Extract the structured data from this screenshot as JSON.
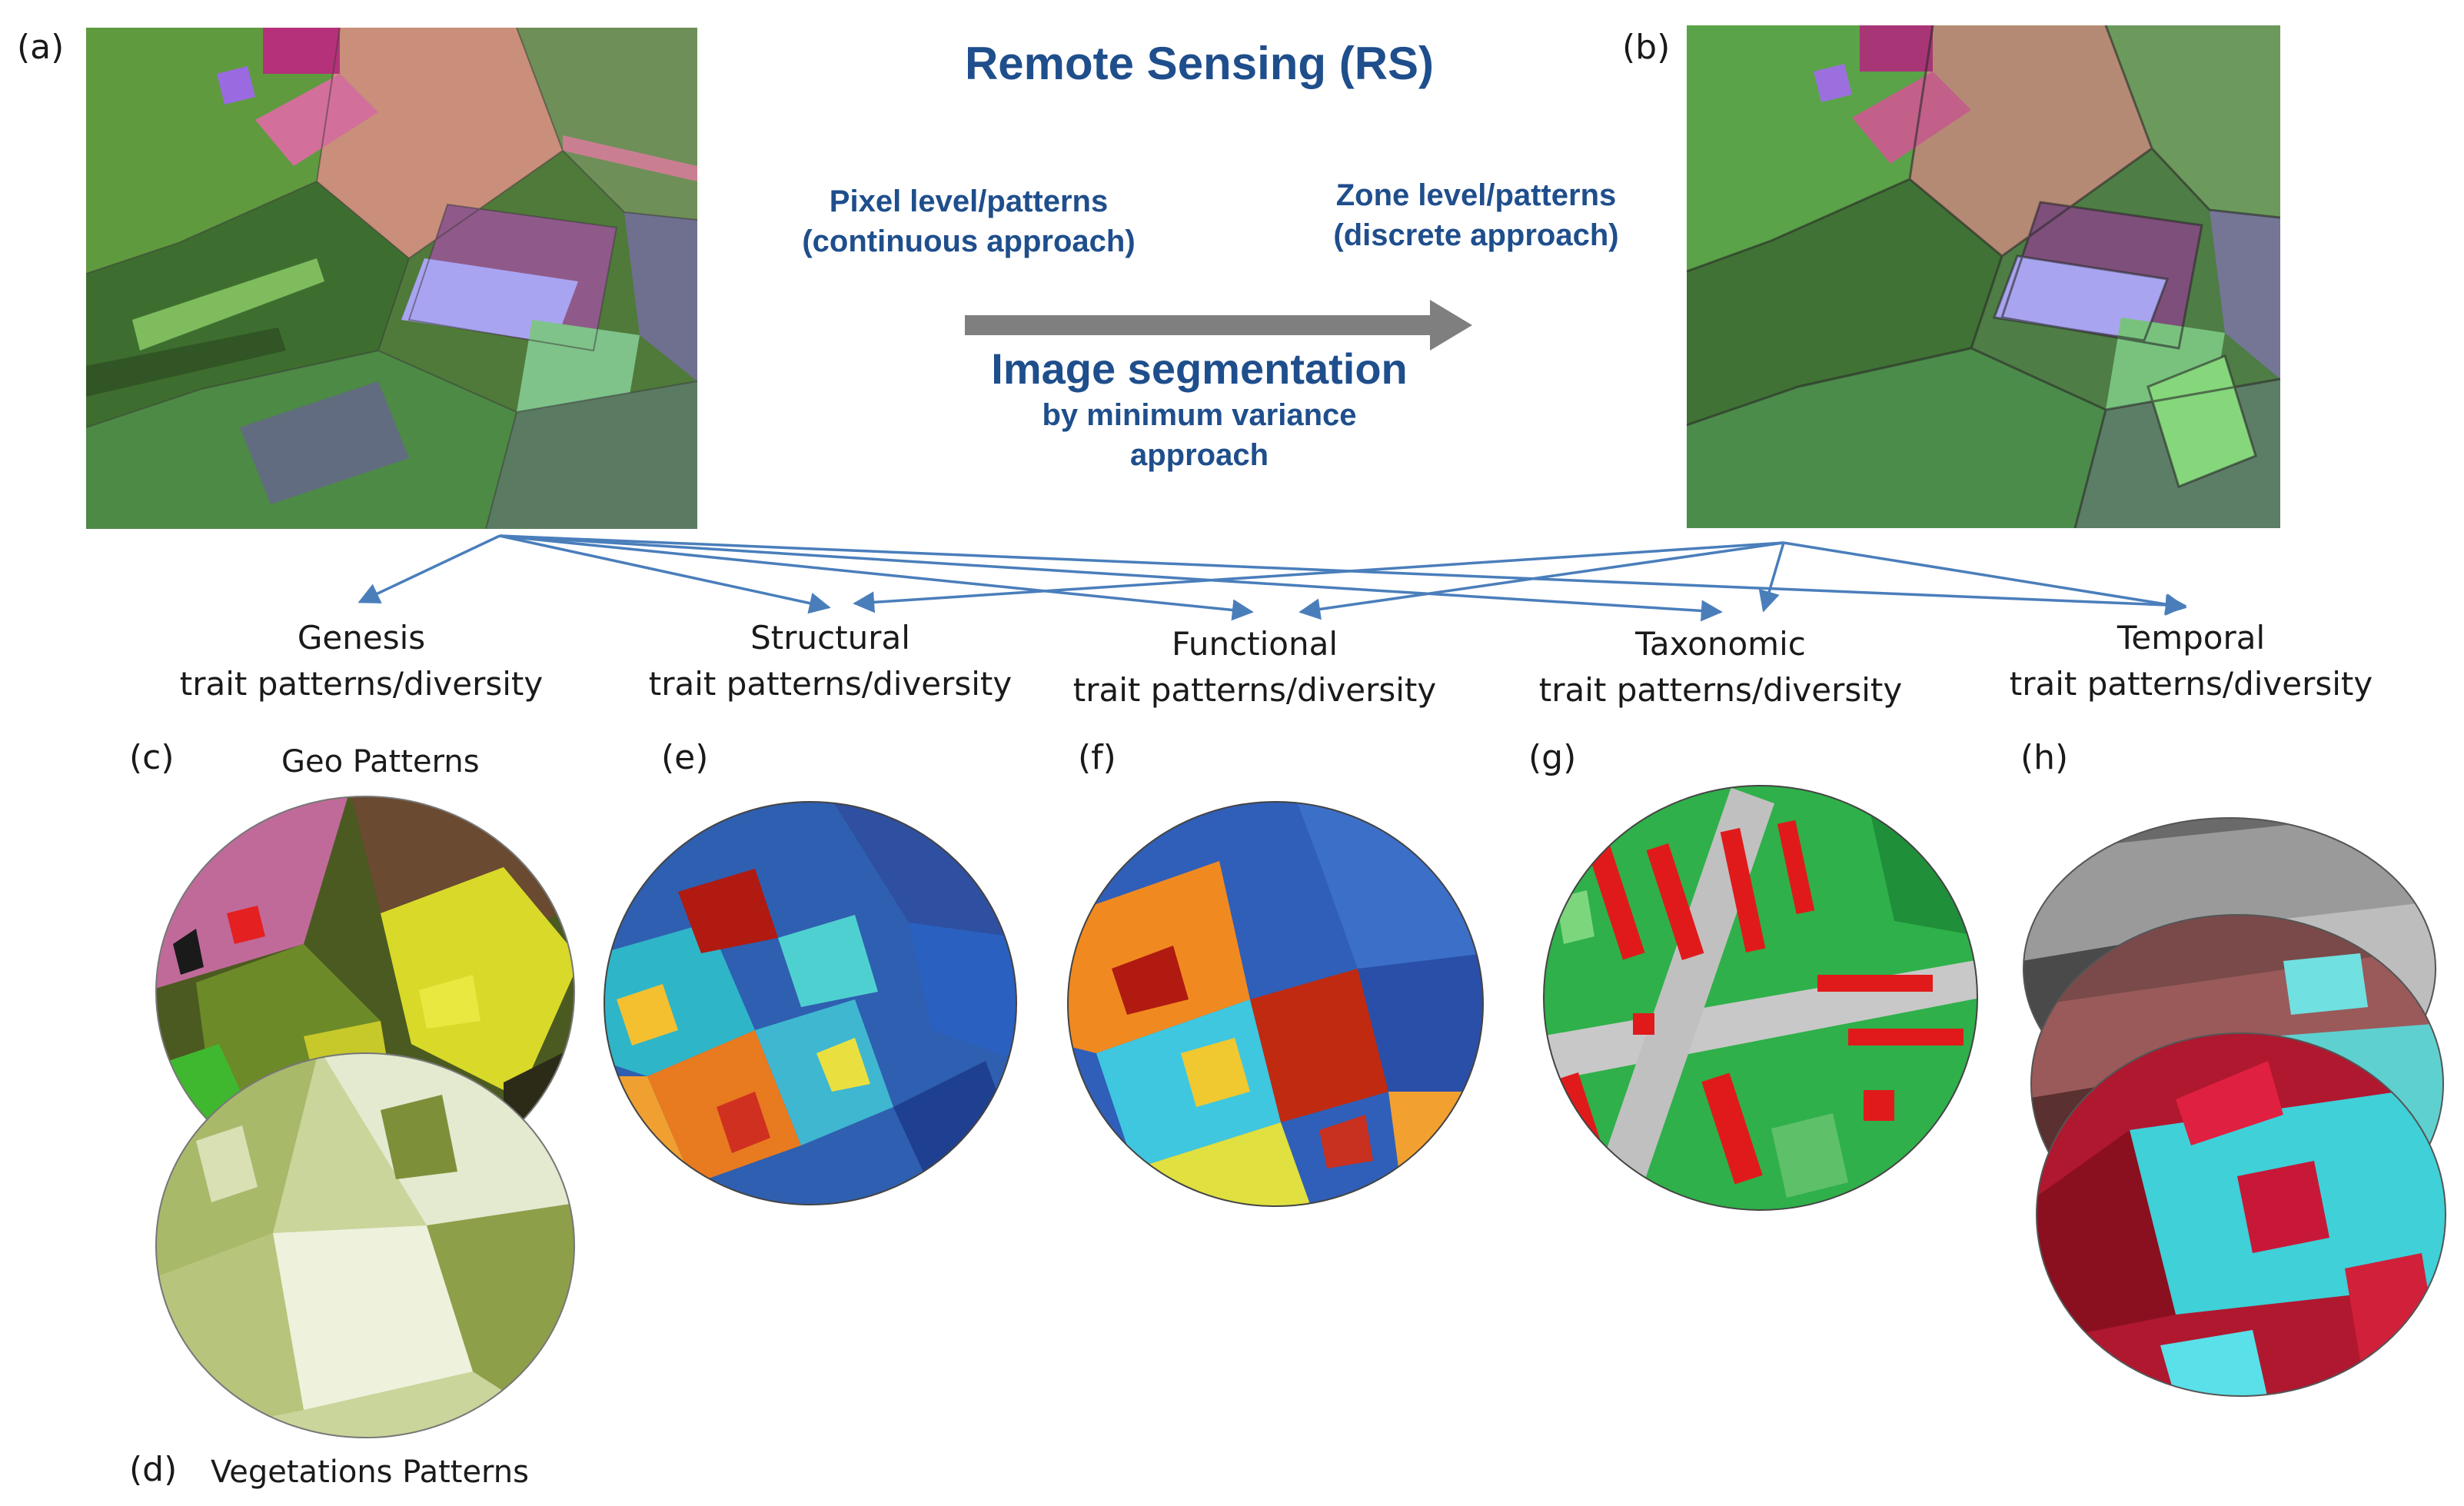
{
  "header": {
    "title": "Remote Sensing (RS)",
    "pixel_level": {
      "line1": "Pixel level/patterns",
      "line2": "(continuous approach)"
    },
    "zone_level": {
      "line1": "Zone level/patterns",
      "line2": "(discrete approach)"
    },
    "segmentation": {
      "title": "Image segmentation",
      "line1": "by minimum variance",
      "line2": "approach"
    }
  },
  "panels": {
    "a": "(a)",
    "b": "(b)",
    "c": "(c)",
    "d": "(d)",
    "e": "(e)",
    "f": "(f)",
    "g": "(g)",
    "h": "(h)"
  },
  "traits": [
    {
      "line1": "Genesis",
      "line2": "trait patterns/diversity"
    },
    {
      "line1": "Structural",
      "line2": "trait patterns/diversity"
    },
    {
      "line1": "Functional",
      "line2": "trait patterns/diversity"
    },
    {
      "line1": "Taxonomic",
      "line2": "trait patterns/diversity"
    },
    {
      "line1": "Temporal",
      "line2": "trait patterns/diversity"
    }
  ],
  "captions": {
    "geo": "Geo Patterns",
    "veg": "Vegetations Patterns"
  },
  "colors": {
    "title_blue": "#1f4e8c",
    "arrow_blue": "#4a7ebb",
    "big_arrow": "#7f7f7f"
  }
}
